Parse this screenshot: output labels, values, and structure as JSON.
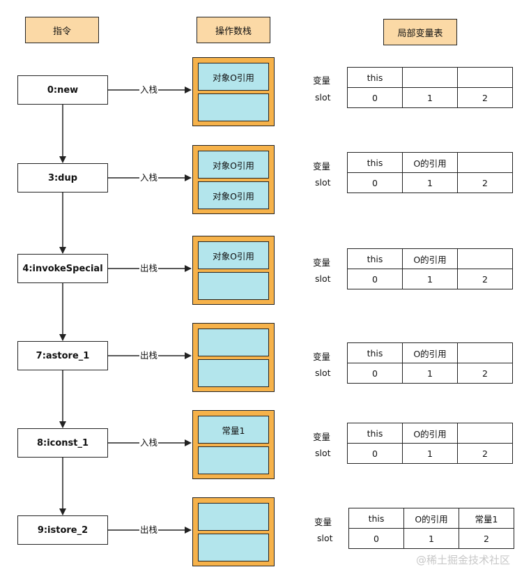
{
  "headers": {
    "instruction": "指令",
    "operand_stack": "操作数栈",
    "local_var_table": "局部变量表"
  },
  "row_labels": {
    "variable": "变量",
    "slot": "slot"
  },
  "steps": [
    {
      "instruction": "0:new",
      "action": "入栈",
      "stack": [
        "对象O引用",
        ""
      ],
      "vars": [
        "this",
        "",
        ""
      ],
      "slots": [
        "0",
        "1",
        "2"
      ]
    },
    {
      "instruction": "3:dup",
      "action": "入栈",
      "stack": [
        "对象O引用",
        "对象O引用"
      ],
      "vars": [
        "this",
        "O的引用",
        ""
      ],
      "slots": [
        "0",
        "1",
        "2"
      ]
    },
    {
      "instruction": "4:invokeSpecial",
      "action": "出栈",
      "stack": [
        "对象O引用",
        ""
      ],
      "vars": [
        "this",
        "O的引用",
        ""
      ],
      "slots": [
        "0",
        "1",
        "2"
      ]
    },
    {
      "instruction": "7:astore_1",
      "action": "出栈",
      "stack": [
        "",
        ""
      ],
      "vars": [
        "this",
        "O的引用",
        ""
      ],
      "slots": [
        "0",
        "1",
        "2"
      ]
    },
    {
      "instruction": "8:iconst_1",
      "action": "入栈",
      "stack": [
        "常量1",
        ""
      ],
      "vars": [
        "this",
        "O的引用",
        ""
      ],
      "slots": [
        "0",
        "1",
        "2"
      ]
    },
    {
      "instruction": "9:istore_2",
      "action": "出栈",
      "stack": [
        "",
        ""
      ],
      "vars": [
        "this",
        "O的引用",
        "常量1"
      ],
      "slots": [
        "0",
        "1",
        "2"
      ]
    }
  ],
  "watermark": "@稀土掘金技术社区"
}
